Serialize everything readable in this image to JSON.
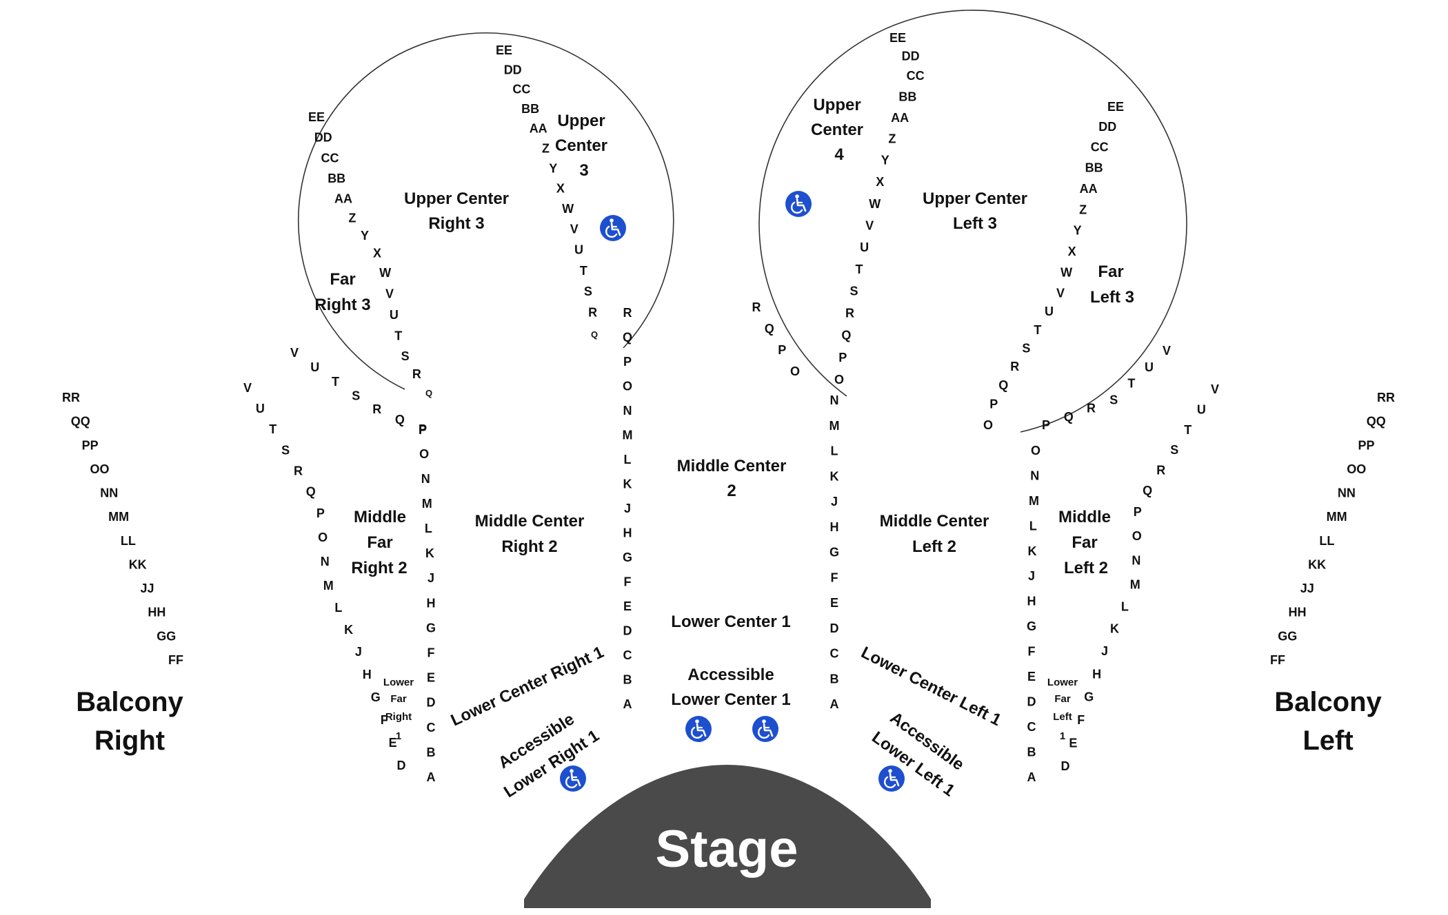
{
  "stage": {
    "label": "Stage",
    "color": "#4a4a4a"
  },
  "accessible_icon": {
    "name": "wheelchair-icon",
    "color": "#1d4fcf"
  },
  "balcony": {
    "right": {
      "line1": "Balcony",
      "line2": "Right",
      "rows": [
        "RR",
        "QQ",
        "PP",
        "OO",
        "NN",
        "MM",
        "LL",
        "KK",
        "JJ",
        "HH",
        "GG",
        "FF"
      ]
    },
    "left": {
      "line1": "Balcony",
      "line2": "Left",
      "rows": [
        "RR",
        "QQ",
        "PP",
        "OO",
        "NN",
        "MM",
        "LL",
        "KK",
        "JJ",
        "HH",
        "GG",
        "FF"
      ]
    }
  },
  "sections": {
    "upper_center_3": [
      "Upper",
      "Center",
      "3"
    ],
    "upper_center_4": [
      "Upper",
      "Center",
      "4"
    ],
    "upper_center_right_3": [
      "Upper Center",
      "Right 3"
    ],
    "upper_center_left_3": [
      "Upper Center",
      "Left 3"
    ],
    "far_right_3": [
      "Far",
      "Right 3"
    ],
    "far_left_3": [
      "Far",
      "Left 3"
    ],
    "middle_center_2": [
      "Middle Center",
      "2"
    ],
    "middle_center_right_2": [
      "Middle Center",
      "Right 2"
    ],
    "middle_center_left_2": [
      "Middle Center",
      "Left 2"
    ],
    "middle_far_right_2": [
      "Middle",
      "Far",
      "Right 2"
    ],
    "middle_far_left_2": [
      "Middle",
      "Far",
      "Left 2"
    ],
    "lower_center_1": [
      "Lower Center 1"
    ],
    "accessible_lower_center_1": [
      "Accessible",
      "Lower Center 1"
    ],
    "lower_center_right_1": [
      "Lower Center Right 1"
    ],
    "lower_center_left_1": [
      "Lower Center Left 1"
    ],
    "accessible_lower_right_1": [
      "Accessible",
      "Lower Right 1"
    ],
    "accessible_lower_left_1": [
      "Accessible",
      "Lower Left 1"
    ],
    "lower_far_right_1": [
      "Lower",
      "Far",
      "Right",
      "1"
    ],
    "lower_far_left_1": [
      "Lower",
      "Far",
      "Left",
      "1"
    ]
  },
  "rows": {
    "upper_center_3": [
      "EE",
      "DD",
      "CC",
      "BB",
      "AA",
      "Z",
      "Y",
      "X",
      "W",
      "V",
      "U",
      "T",
      "S",
      "R",
      "Q"
    ],
    "upper_center_right_3": [
      "EE",
      "DD",
      "CC",
      "BB",
      "AA",
      "Z",
      "Y",
      "X",
      "W",
      "V",
      "U",
      "T",
      "S",
      "R",
      "Q"
    ],
    "upper_center_4": [
      "EE",
      "DD",
      "CC",
      "BB",
      "AA",
      "Z",
      "Y",
      "X",
      "W",
      "V",
      "U",
      "T",
      "S",
      "R",
      "Q",
      "P",
      "O"
    ],
    "upper_left_inner": [
      "EE",
      "DD",
      "CC",
      "BB",
      "AA",
      "Z",
      "Y",
      "X",
      "W",
      "V",
      "U",
      "T",
      "S",
      "R",
      "Q",
      "P",
      "O"
    ],
    "upper_left_outer": [
      "R",
      "Q",
      "P",
      "O"
    ],
    "upper_right_outer": [
      "V",
      "U",
      "T",
      "S",
      "R",
      "Q",
      "P"
    ],
    "far_left_3_outer": [
      "V",
      "U",
      "T",
      "S",
      "R",
      "Q",
      "P"
    ],
    "middle_center_right_right": [
      "R",
      "Q",
      "P",
      "O",
      "N",
      "M",
      "L",
      "K",
      "J",
      "H",
      "G",
      "F",
      "E",
      "D",
      "C",
      "B",
      "A"
    ],
    "middle_center_left_left": [
      "N",
      "M",
      "L",
      "K",
      "J",
      "H",
      "G",
      "F",
      "E",
      "D",
      "C",
      "B",
      "A"
    ],
    "middle_far_right_inner": [
      "P",
      "O",
      "N",
      "M",
      "L",
      "K",
      "J",
      "H",
      "G",
      "F",
      "E",
      "D",
      "C",
      "B",
      "A"
    ],
    "middle_far_left_inner": [
      "O",
      "N",
      "M",
      "L",
      "K",
      "J",
      "H",
      "G",
      "F",
      "E",
      "D",
      "C",
      "B",
      "A"
    ],
    "middle_far_right_outer": [
      "V",
      "U",
      "T",
      "S",
      "R",
      "Q",
      "P",
      "O",
      "N",
      "M",
      "L",
      "K",
      "J",
      "H",
      "G",
      "F",
      "E",
      "D"
    ],
    "middle_far_left_outer": [
      "V",
      "U",
      "T",
      "S",
      "R",
      "Q",
      "P",
      "O",
      "N",
      "M",
      "L",
      "K",
      "J",
      "H",
      "G",
      "F",
      "E",
      "D"
    ]
  }
}
